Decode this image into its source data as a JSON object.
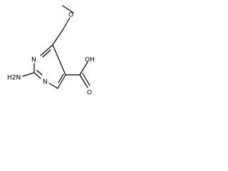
{
  "molecule": {
    "atoms": {
      "o_ether": "O",
      "n_ring_left": "N",
      "n_ring_bottom": "N",
      "amino": "H2N",
      "oh": "OH",
      "o_carbonyl": "O"
    }
  },
  "colors": {
    "bond": "#000000",
    "text": "#000000",
    "background": "#ffffff"
  }
}
